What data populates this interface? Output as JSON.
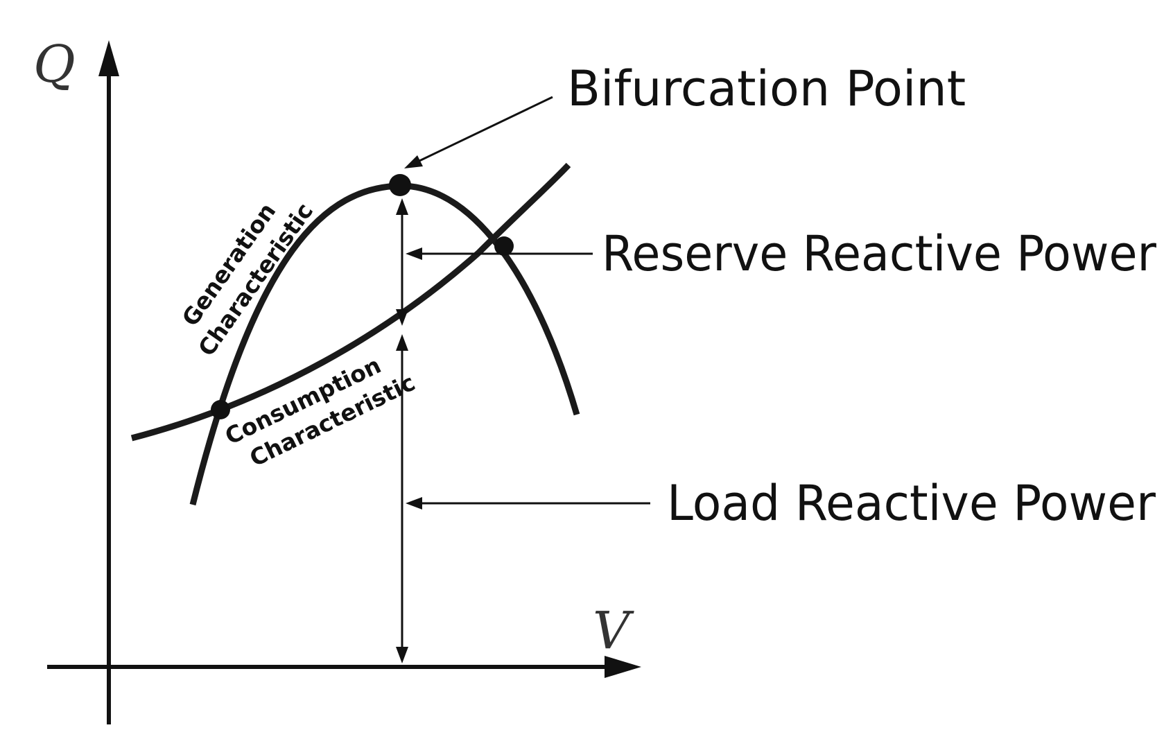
{
  "axes": {
    "y_label": "Q",
    "x_label": "V"
  },
  "curves": {
    "generation_label_line1": "Generation",
    "generation_label_line2": "Characteristic",
    "consumption_label_line1": "Consumption",
    "consumption_label_line2": "Characteristic"
  },
  "callouts": {
    "bifurcation": "Bifurcation Point",
    "reserve": "Reserve Reactive Power",
    "load": "Load Reactive Power"
  },
  "colors": {
    "ink": "#111111",
    "axis_letter": "#333333",
    "background": "#ffffff"
  }
}
